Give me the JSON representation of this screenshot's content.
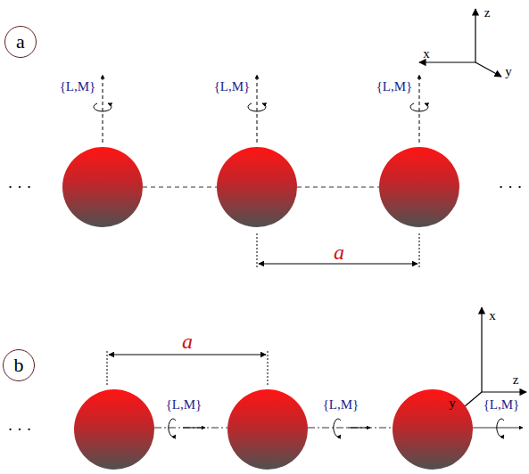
{
  "diagram": {
    "nodes": [
      {
        "text": [
          "a"
        ]
      },
      {
        "text": [
          "b"
        ]
      }
    ],
    "labels": [
      "{L,M}",
      "{L,M}",
      "{L,M}",
      "a",
      "x",
      "y",
      "z",
      "· · ·",
      "· · ·",
      "{L,M}",
      "{L,M}",
      "{L,M}",
      "a",
      "x",
      "y",
      "z",
      "· · ·"
    ]
  }
}
